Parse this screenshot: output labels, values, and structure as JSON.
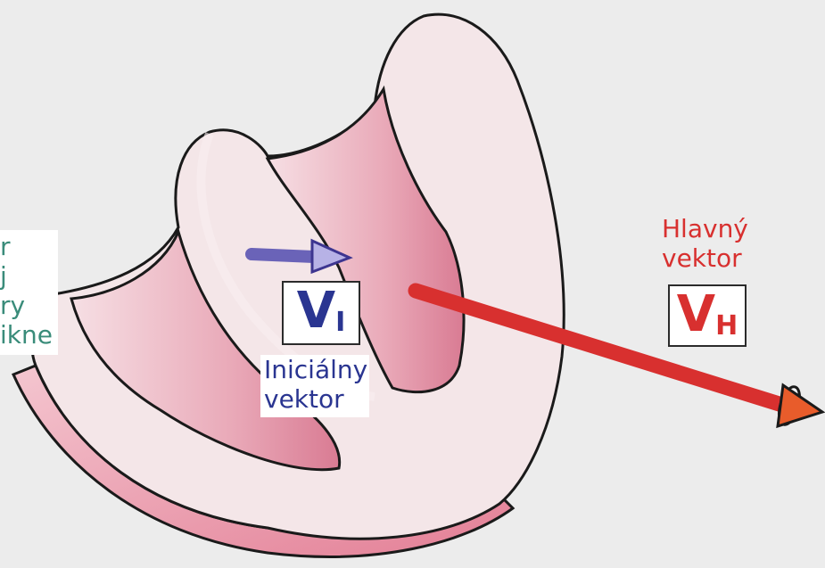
{
  "left_caption": {
    "lines": [
      "r",
      "j",
      "ry",
      "ikne"
    ],
    "color": "#3a8c7a"
  },
  "initial_vector": {
    "symbol": "V",
    "subscript": "I",
    "caption_lines": [
      "Iniciálny",
      "vektor"
    ],
    "color": "#2a3591",
    "arrow_color": "#6a63b8"
  },
  "main_vector": {
    "symbol": "V",
    "subscript": "H",
    "caption_lines": [
      "Hlavný",
      "vektor"
    ],
    "color": "#d8302f",
    "arrow_color": "#d8302f",
    "arrowhead_color": "#e85c2b"
  },
  "colors": {
    "background": "#ececec",
    "muscle": "#f4e6e8",
    "inner_pink": "#e7a1b2",
    "outline": "#1a1a1a"
  }
}
